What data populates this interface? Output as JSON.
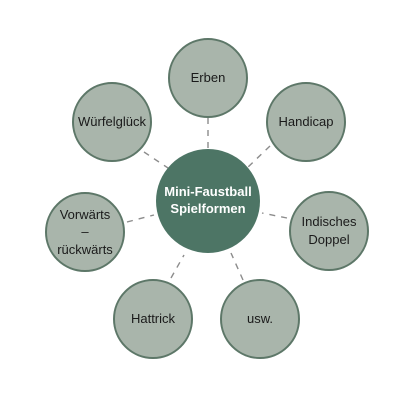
{
  "diagram": {
    "center": {
      "label": "Mini-Faustball\nSpielformen",
      "color": "#4d7565"
    },
    "node_color": "#a9b5ab",
    "node_border_color": "#5d7768",
    "connector_color": "#8c8c8c",
    "nodes": [
      {
        "label": "Erben"
      },
      {
        "label": "Handicap"
      },
      {
        "label": "Indisches\nDoppel"
      },
      {
        "label": "usw."
      },
      {
        "label": "Hattrick"
      },
      {
        "label": "Vorwärts\n–\nrückwärts"
      },
      {
        "label": "Würfelglück"
      }
    ]
  }
}
